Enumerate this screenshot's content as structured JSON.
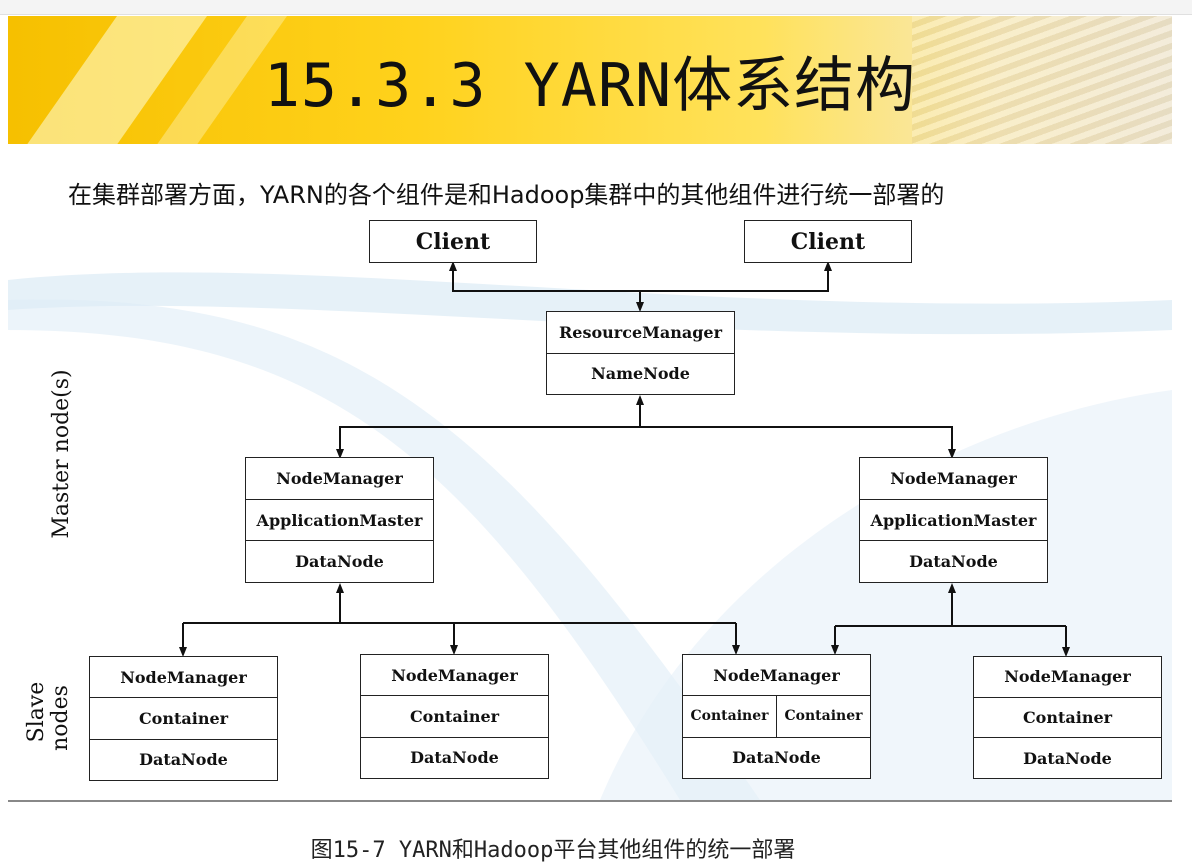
{
  "slide": {
    "title": "15.3.3 YARN体系结构",
    "subtitle": "在集群部署方面，YARN的各个组件是和Hadoop集群中的其他组件进行统一部署的",
    "caption": "图15-7 YARN和Hadoop平台其他组件的统一部署"
  },
  "diagram": {
    "clients": [
      "Client",
      "Client"
    ],
    "resource_manager": {
      "rows": [
        "ResourceManager",
        "NameNode"
      ]
    },
    "master_nodes": [
      {
        "rows": [
          "NodeManager",
          "ApplicationMaster",
          "DataNode"
        ]
      },
      {
        "rows": [
          "NodeManager",
          "ApplicationMaster",
          "DataNode"
        ]
      }
    ],
    "slave_nodes": [
      {
        "top": "NodeManager",
        "containers": [
          "Container"
        ],
        "bottom": "DataNode"
      },
      {
        "top": "NodeManager",
        "containers": [
          "Container"
        ],
        "bottom": "DataNode"
      },
      {
        "top": "NodeManager",
        "containers": [
          "Container",
          "Container"
        ],
        "bottom": "DataNode"
      },
      {
        "top": "NodeManager",
        "containers": [
          "Container"
        ],
        "bottom": "DataNode"
      }
    ],
    "labels": {
      "master": "Master node(s)",
      "slave_line1": "Slave",
      "slave_line2": "nodes"
    }
  },
  "colors": {
    "banner": "#f6c000",
    "line": "#111111"
  }
}
